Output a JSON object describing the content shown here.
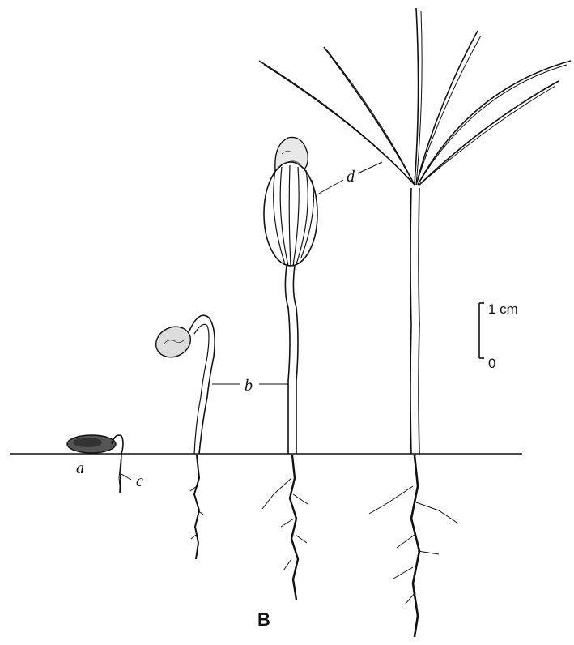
{
  "labels": {
    "a": "a",
    "b": "b",
    "c": "c",
    "d": "d",
    "figure_letter": "B"
  },
  "scale_bar": {
    "top_label": "1 cm",
    "bottom_label": "0"
  },
  "colors": {
    "ink": "#111111",
    "background": "#ffffff"
  }
}
